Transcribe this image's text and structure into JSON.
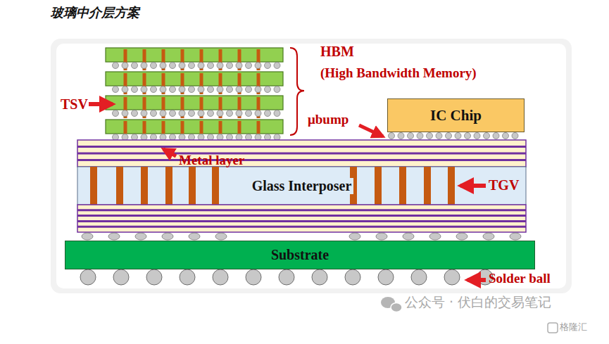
{
  "diagram": {
    "title": "玻璃中介层方案",
    "nodes": [
      {
        "text": [
          "IC Chip"
        ]
      },
      {
        "text": [
          "Glass Interposer"
        ]
      },
      {
        "text": [
          "Substrate"
        ]
      }
    ],
    "labels": [
      "HBM",
      "(High Bandwidth Memory)",
      "TSV",
      "μbump",
      "Metal layer",
      "TGV",
      "Solder ball",
      "公众号 · 伏白的交易笔记",
      "格隆汇"
    ]
  }
}
